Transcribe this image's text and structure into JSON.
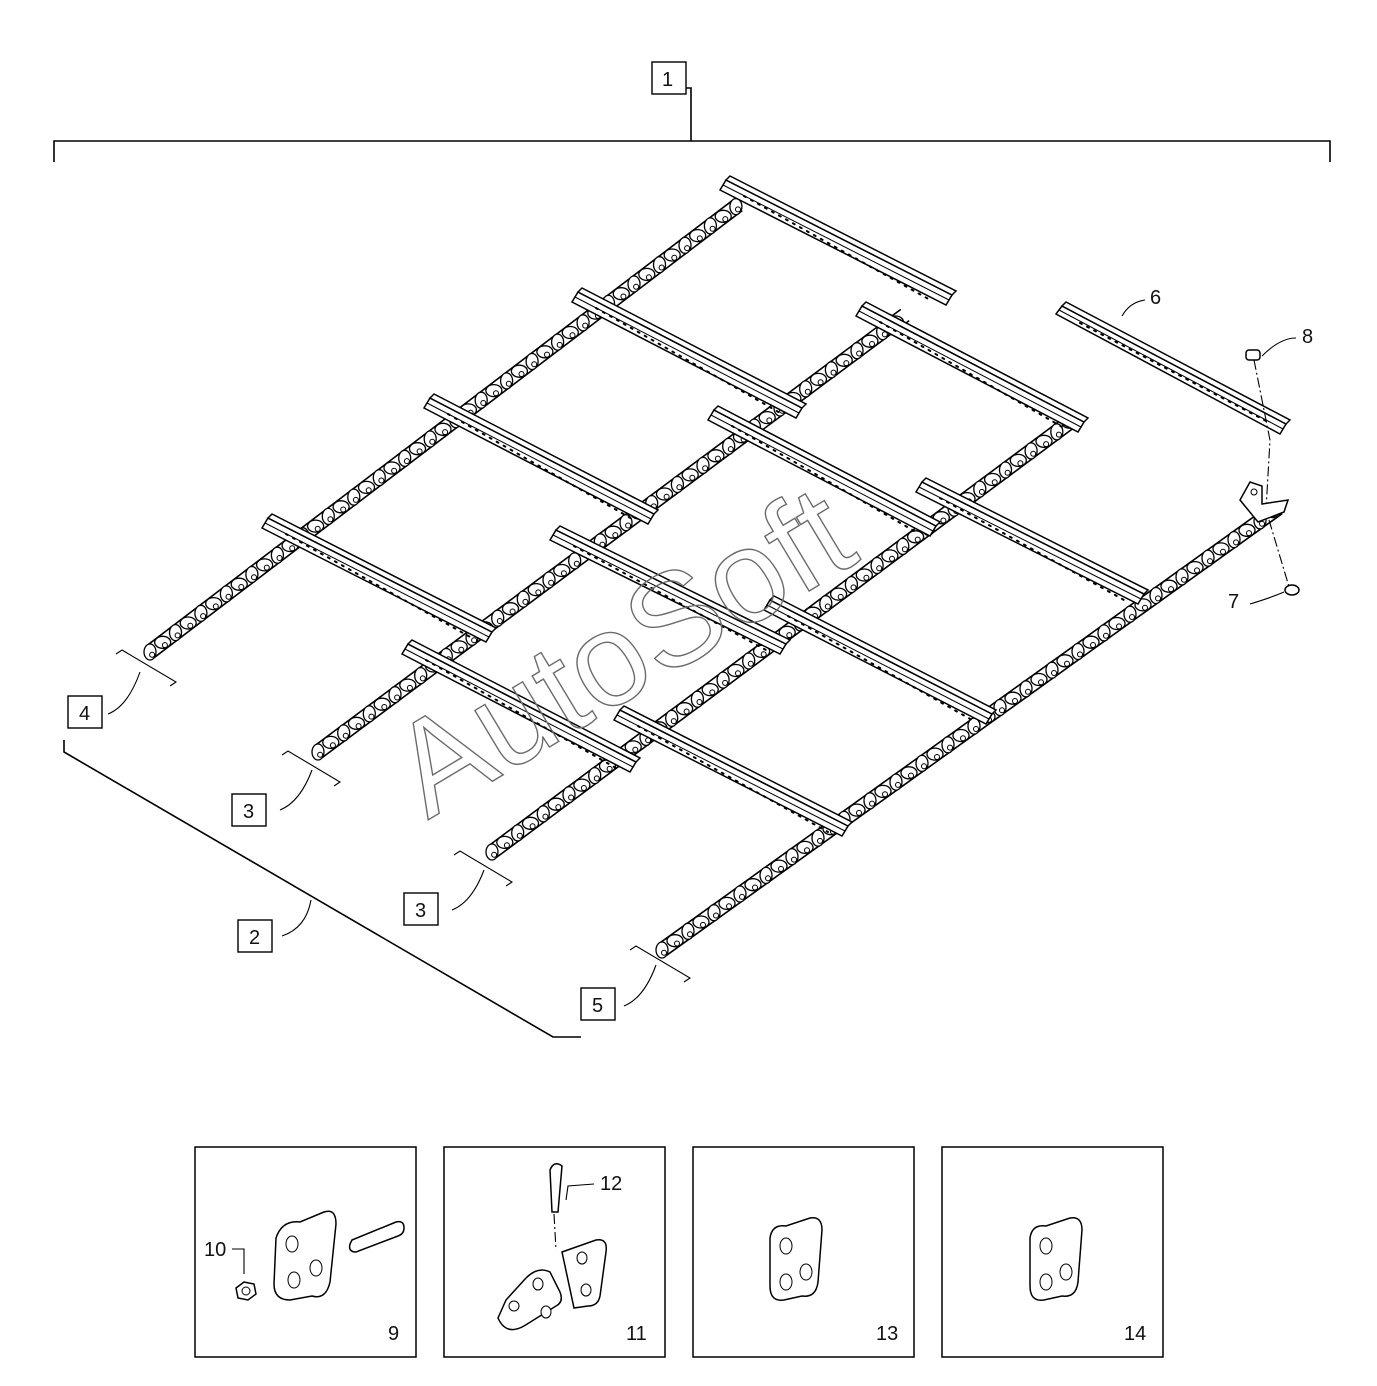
{
  "callouts": [
    {
      "id": "c1",
      "text": "1",
      "boxed": true
    },
    {
      "id": "c2",
      "text": "2",
      "boxed": true
    },
    {
      "id": "c3a",
      "text": "3",
      "boxed": true
    },
    {
      "id": "c3b",
      "text": "3",
      "boxed": true
    },
    {
      "id": "c4",
      "text": "4",
      "boxed": true
    },
    {
      "id": "c5",
      "text": "5",
      "boxed": true
    },
    {
      "id": "c6",
      "text": "6",
      "boxed": false
    },
    {
      "id": "c7",
      "text": "7",
      "boxed": false
    },
    {
      "id": "c8",
      "text": "8",
      "boxed": false
    }
  ],
  "panels": [
    {
      "number": "9",
      "extra": "10"
    },
    {
      "number": "11",
      "extra": "12"
    },
    {
      "number": "13",
      "extra": ""
    },
    {
      "number": "14",
      "extra": ""
    }
  ],
  "watermark": "AutoSoft"
}
